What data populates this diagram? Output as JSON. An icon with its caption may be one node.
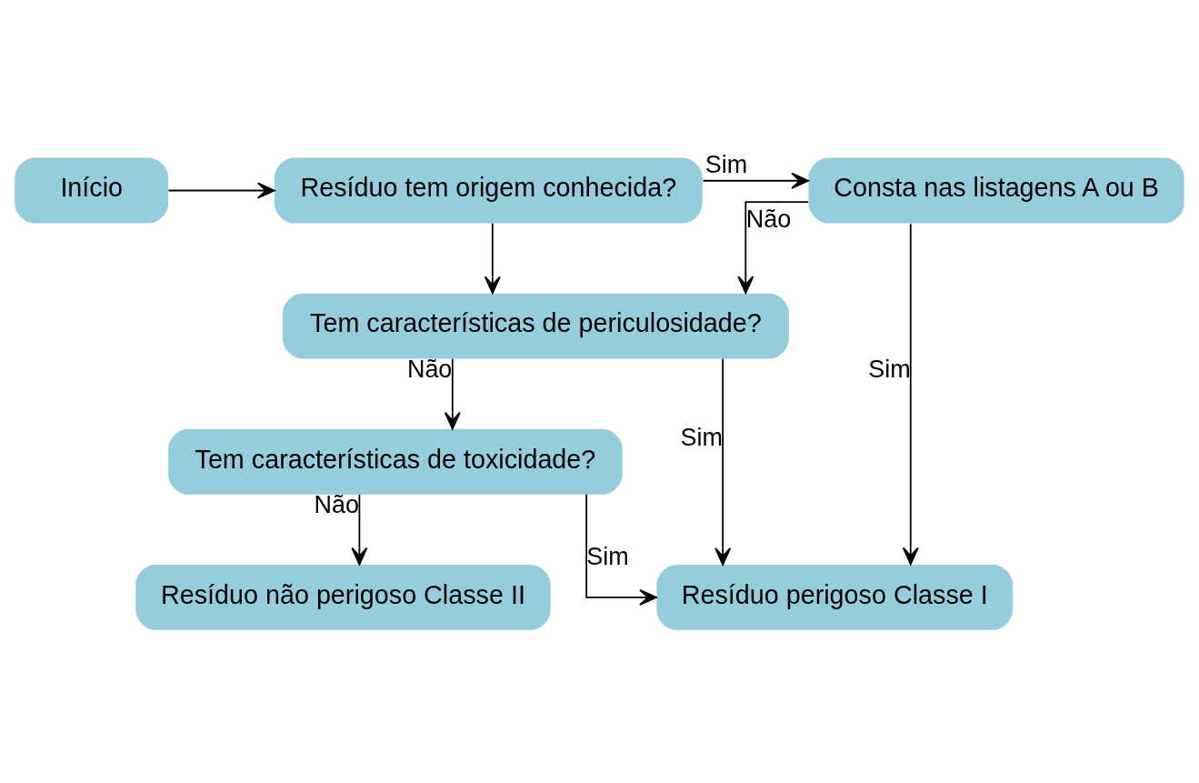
{
  "diagram": {
    "nodes": [
      {
        "text": [
          "Início"
        ]
      },
      {
        "text": [
          "Resíduo tem origem conhecida?"
        ]
      },
      {
        "text": [
          "Consta nas listagens A ou B"
        ]
      },
      {
        "text": [
          "Tem características de periculosidade?"
        ]
      },
      {
        "text": [
          "Tem características de toxicidade?"
        ]
      },
      {
        "text": [
          "Resíduo não perigoso Classe II"
        ]
      },
      {
        "text": [
          "Resíduo perigoso Classe I"
        ]
      }
    ],
    "edges": [
      {
        "from": 0,
        "to": 1,
        "arrow": "to"
      },
      {
        "from": 1,
        "to": 2,
        "arrow": "to",
        "label": "Sim"
      },
      {
        "from": 1,
        "to": 3,
        "arrow": "to"
      },
      {
        "from": 2,
        "to": 3,
        "arrow": "to",
        "label": "Não"
      },
      {
        "from": 2,
        "to": 6,
        "arrow": "to",
        "label": "Sim"
      },
      {
        "from": 3,
        "to": 4,
        "arrow": "to",
        "label": "Não"
      },
      {
        "from": 3,
        "to": 6,
        "arrow": "to",
        "label": "Sim"
      },
      {
        "from": 4,
        "to": 5,
        "arrow": "to",
        "label": "Não"
      },
      {
        "from": 4,
        "to": 6,
        "arrow": "to",
        "label": "Sim"
      }
    ]
  }
}
